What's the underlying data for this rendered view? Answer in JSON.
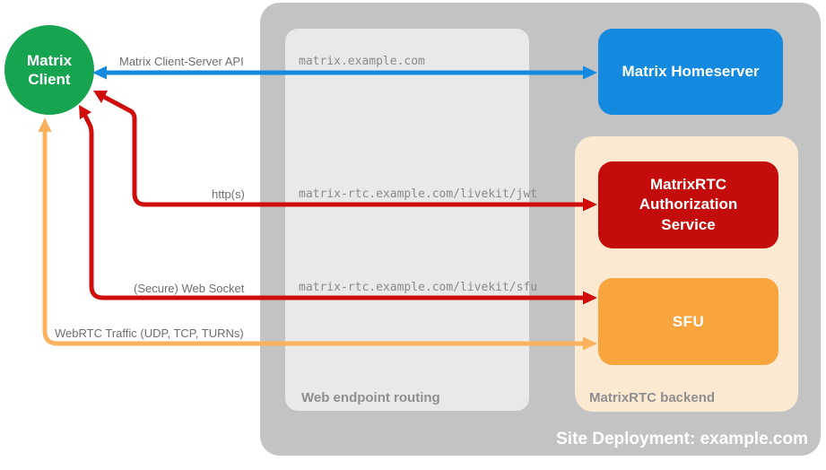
{
  "site": {
    "label": "Site Deployment: example.com",
    "bg_color": "#c3c3c3"
  },
  "client": {
    "label": "Matrix Client",
    "color": "#17a451"
  },
  "homeserver": {
    "label": "Matrix Homeserver",
    "color": "#1389e0"
  },
  "auth_service": {
    "label": "MatrixRTC Authorization Service",
    "color": "#c40c0c"
  },
  "sfu": {
    "label": "SFU",
    "color": "#f9a53e"
  },
  "routing": {
    "label": "Web endpoint routing",
    "bg_color": "#e9e9e9",
    "endpoints": [
      {
        "text": "matrix.example.com"
      },
      {
        "text": "matrix-rtc.example.com/livekit/jwt"
      },
      {
        "text": "matrix-rtc.example.com/livekit/sfu"
      }
    ]
  },
  "backend": {
    "label": "MatrixRTC backend",
    "bg_color": "#fce9d2"
  },
  "arrows": {
    "client_server_api": {
      "label": "Matrix Client-Server API",
      "color": "#1389e0"
    },
    "http": {
      "label": "http(s)",
      "color": "#cf0d0d"
    },
    "websocket": {
      "label": "(Secure) Web Socket",
      "color": "#cf0d0d"
    },
    "webrtc": {
      "label": "WebRTC Traffic (UDP, TCP, TURNs)",
      "color": "#fbb25f"
    }
  }
}
